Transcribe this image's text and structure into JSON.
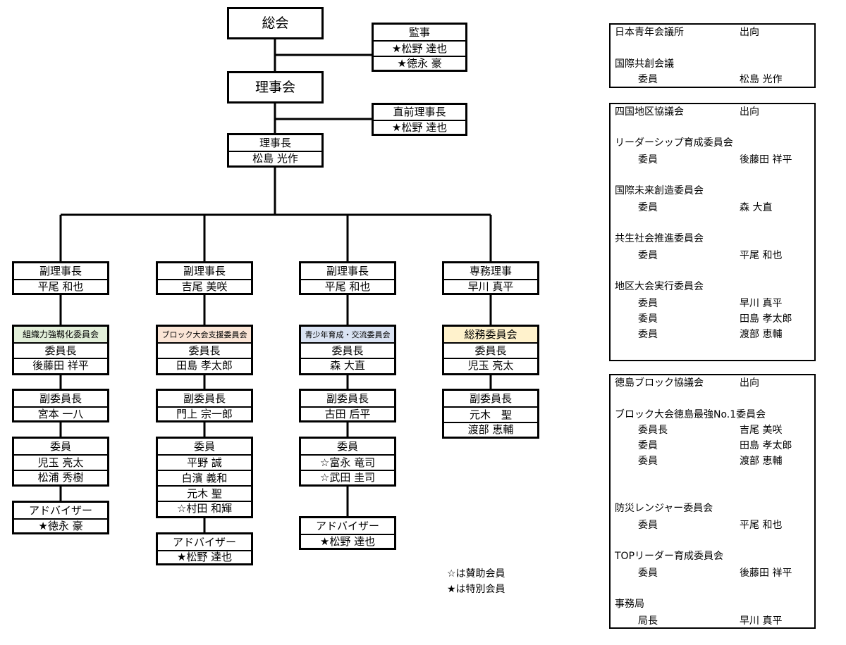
{
  "org": {
    "sokai": "総会",
    "kanji": {
      "title": "監事",
      "members": [
        "★松野 達也",
        "★徳永 豪"
      ]
    },
    "rijikai": "理事会",
    "chokuzen": {
      "title": "直前理事長",
      "name": "★松野 達也"
    },
    "rijicho": {
      "title": "理事長",
      "name": "松島 光作"
    },
    "columns": [
      {
        "head": {
          "title": "副理事長",
          "name": "平尾 和也"
        },
        "committee": {
          "name": "組織力強靱化委員会",
          "chair_title": "委員長",
          "chair": "後藤田 祥平"
        },
        "vice": {
          "title": "副委員長",
          "names": [
            "宮本 一八"
          ]
        },
        "members": {
          "title": "委員",
          "names": [
            "児玉 亮太",
            "松浦 秀樹"
          ]
        },
        "advisor": {
          "title": "アドバイザー",
          "names": [
            "★徳永 豪"
          ]
        }
      },
      {
        "head": {
          "title": "副理事長",
          "name": "吉尾 美咲"
        },
        "committee": {
          "name": "ブロック大会支援委員会",
          "chair_title": "委員長",
          "chair": "田島 孝太郎"
        },
        "vice": {
          "title": "副委員長",
          "names": [
            "門上 宗一郎"
          ]
        },
        "members": {
          "title": "委員",
          "names": [
            "平野 誠",
            "白濱 義和",
            "元木 聖",
            "☆村田 和輝"
          ]
        },
        "advisor": {
          "title": "アドバイザー",
          "names": [
            "★松野 達也"
          ]
        }
      },
      {
        "head": {
          "title": "副理事長",
          "name": "平尾 和也"
        },
        "committee": {
          "name": "青少年育成・交流委員会",
          "chair_title": "委員長",
          "chair": "森 大直"
        },
        "vice": {
          "title": "副委員長",
          "names": [
            "古田 后平"
          ]
        },
        "members": {
          "title": "委員",
          "names": [
            "☆富永 竜司",
            "☆武田 圭司"
          ]
        },
        "advisor": {
          "title": "アドバイザー",
          "names": [
            "★松野 達也"
          ]
        }
      },
      {
        "head": {
          "title": "専務理事",
          "name": "早川 真平"
        },
        "committee": {
          "name": "総務委員会",
          "chair_title": "委員長",
          "chair": "児玉 亮太"
        },
        "vice": {
          "title": "副委員長",
          "names": [
            "元木　聖",
            "渡部 恵輔"
          ]
        }
      }
    ]
  },
  "legend": [
    "☆は賛助会員",
    "★は特別会員"
  ],
  "panels": [
    {
      "title": "日本青年会議所",
      "tag": "出向",
      "groups": [
        {
          "name": "国際共創会議",
          "rows": [
            {
              "role": "委員",
              "name": "松島 光作"
            }
          ]
        }
      ]
    },
    {
      "title": "四国地区協議会",
      "tag": "出向",
      "groups": [
        {
          "name": "リーダーシップ育成委員会",
          "rows": [
            {
              "role": "委員",
              "name": "後藤田 祥平"
            }
          ]
        },
        {
          "name": "国際未来創造委員会",
          "rows": [
            {
              "role": "委員",
              "name": "森 大直"
            }
          ]
        },
        {
          "name": "共生社会推進委員会",
          "rows": [
            {
              "role": "委員",
              "name": "平尾 和也"
            }
          ]
        },
        {
          "name": "地区大会実行委員会",
          "rows": [
            {
              "role": "委員",
              "name": "早川 真平"
            },
            {
              "role": "委員",
              "name": "田島 孝太郎"
            },
            {
              "role": "委員",
              "name": "渡部 恵輔"
            }
          ]
        }
      ]
    },
    {
      "title": "徳島ブロック協議会",
      "tag": "出向",
      "groups": [
        {
          "name": "ブロック大会徳島最強No.1委員会",
          "rows": [
            {
              "role": "委員長",
              "name": "吉尾 美咲"
            },
            {
              "role": "委員",
              "name": "田島 孝太郎"
            },
            {
              "role": "委員",
              "name": "渡部 恵輔"
            }
          ]
        },
        {
          "name": "防災レンジャー委員会",
          "rows": [
            {
              "role": "委員",
              "name": "平尾 和也"
            }
          ]
        },
        {
          "name": "TOPリーダー育成委員会",
          "rows": [
            {
              "role": "委員",
              "name": "後藤田 祥平"
            }
          ]
        },
        {
          "name": "事務局",
          "rows": [
            {
              "role": "局長",
              "name": "早川 真平"
            }
          ]
        }
      ]
    }
  ]
}
